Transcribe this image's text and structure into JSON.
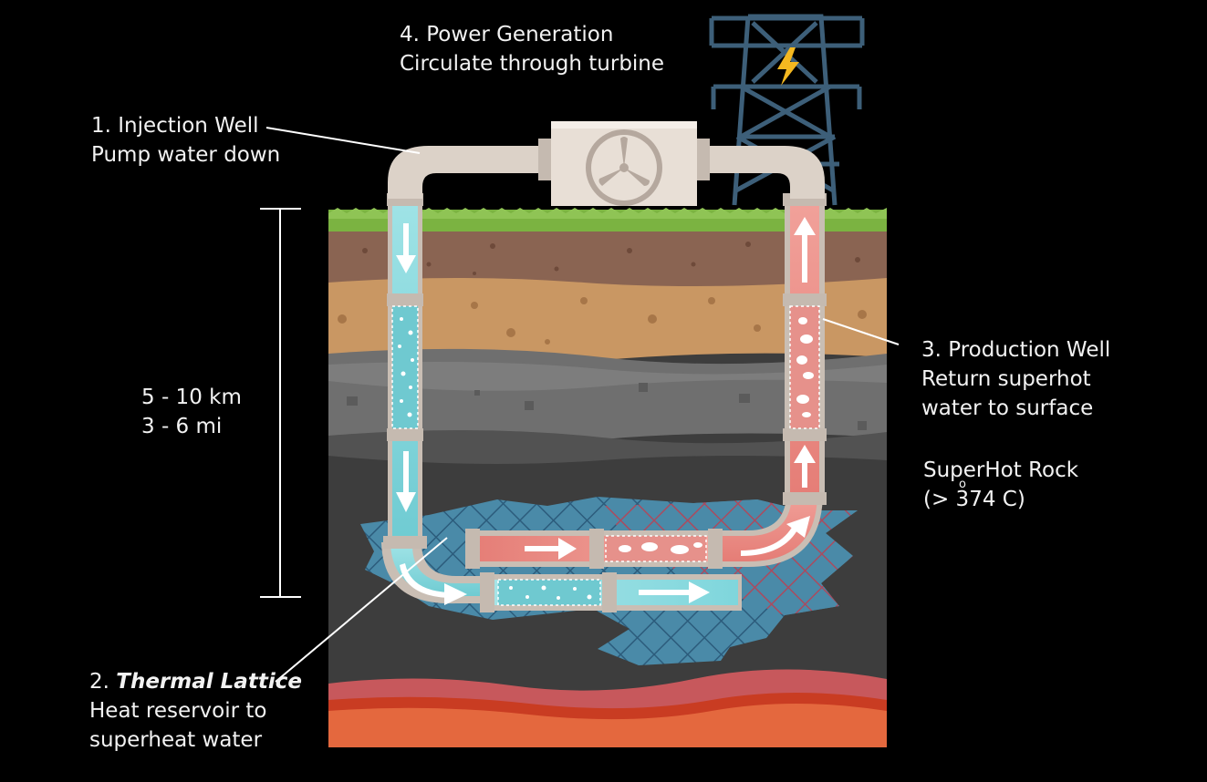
{
  "labels": {
    "injection": {
      "line1": "1. Injection Well",
      "line2": "Pump water down"
    },
    "lattice": {
      "number": "2. ",
      "title": "Thermal Lattice",
      "line2": "Heat reservoir to",
      "line3": "superheat water"
    },
    "production": {
      "line1": "3. Production Well",
      "line2": "Return superhot",
      "line3": "water to surface"
    },
    "power": {
      "line1": "4. Power Generation",
      "line2": "Circulate through turbine"
    },
    "rock": {
      "line1": "SuperHot Rock",
      "line2": "(> 374  C)",
      "degree": "o"
    },
    "depth": {
      "line1": "5 - 10 km",
      "line2": "3 - 6 mi"
    }
  },
  "colors": {
    "background": "#000000",
    "grass": "#7bb341",
    "soil_top": "#8a6452",
    "soil_mid": "#c99763",
    "rock_light": "#6f6f6f",
    "rock_mid": "#525252",
    "rock_dark": "#3d3d3d",
    "lava": "#e4683e",
    "lattice": "#4a8aa8",
    "pipe": "#dcd2c8",
    "cold_water": "#7fd7dd",
    "hot_water": "#e8827c"
  },
  "icons": [
    "lightning-bolt-icon",
    "turbine-fan-icon",
    "down-arrow-icon",
    "up-arrow-icon",
    "right-arrow-icon",
    "curved-arrow-icon"
  ]
}
